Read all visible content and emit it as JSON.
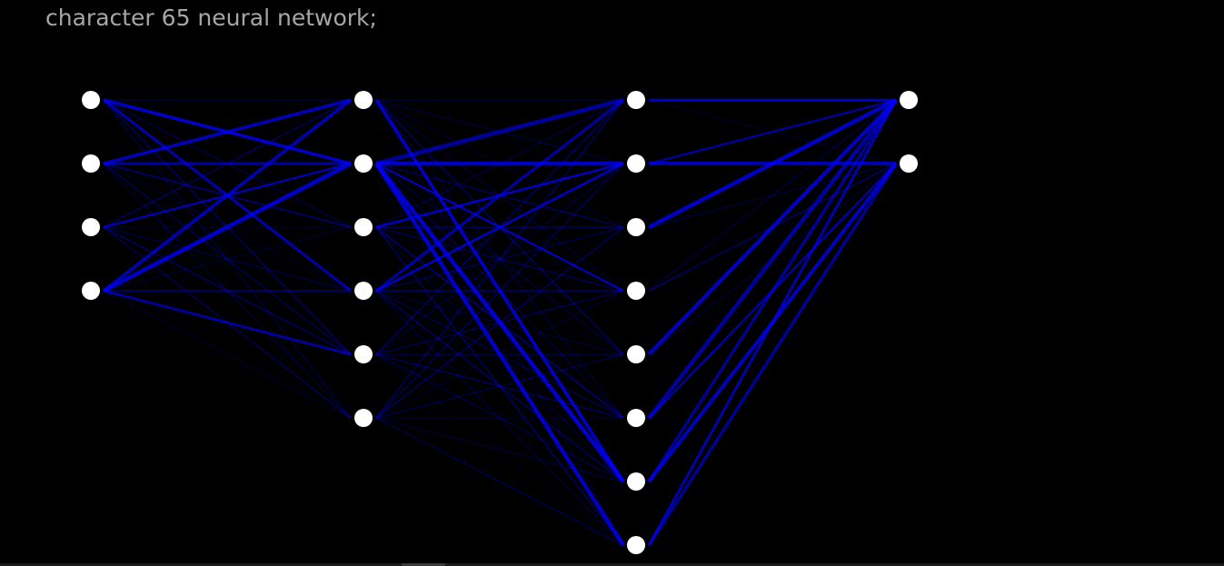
{
  "title": "character 65 neural network;",
  "colors": {
    "background": "#000000",
    "node": "#ffffff",
    "edge": "#0000ff",
    "title": "#a6a6a6"
  },
  "network": {
    "layers": [
      4,
      6,
      8,
      2
    ],
    "strong_edges": [
      [
        0,
        0,
        0,
        3
      ],
      [
        0,
        1,
        0,
        0
      ],
      [
        0,
        1,
        0,
        1
      ],
      [
        0,
        2,
        0,
        1
      ],
      [
        0,
        3,
        0,
        0
      ],
      [
        0,
        3,
        0,
        1
      ],
      [
        0,
        3,
        0,
        4
      ],
      [
        0,
        0,
        0,
        1
      ],
      [
        1,
        0,
        0,
        6
      ],
      [
        1,
        1,
        0,
        6
      ],
      [
        1,
        1,
        0,
        0
      ],
      [
        1,
        1,
        0,
        1
      ],
      [
        1,
        1,
        0,
        7
      ],
      [
        1,
        3,
        0,
        0
      ],
      [
        1,
        3,
        0,
        1
      ],
      [
        1,
        2,
        0,
        1
      ],
      [
        1,
        1,
        0,
        3
      ],
      [
        2,
        0,
        0,
        0
      ],
      [
        2,
        1,
        0,
        0
      ],
      [
        2,
        1,
        0,
        1
      ],
      [
        2,
        2,
        0,
        0
      ],
      [
        2,
        4,
        0,
        0
      ],
      [
        2,
        5,
        0,
        0
      ],
      [
        2,
        5,
        0,
        1
      ],
      [
        2,
        6,
        0,
        0
      ],
      [
        2,
        6,
        0,
        1
      ],
      [
        2,
        7,
        0,
        0
      ],
      [
        2,
        7,
        0,
        1
      ]
    ]
  }
}
